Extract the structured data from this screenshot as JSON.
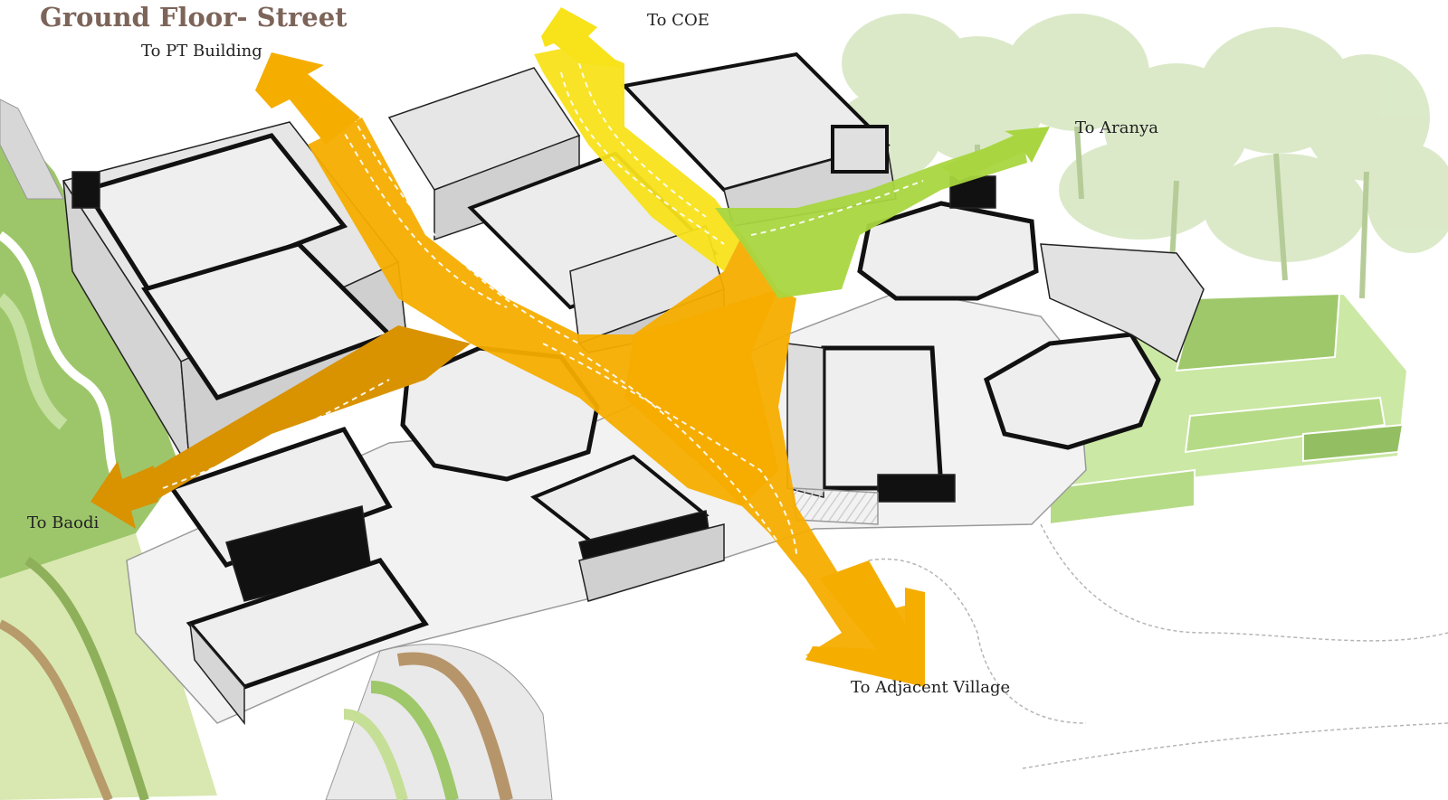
{
  "title": "Ground Floor- Street",
  "labels": {
    "pt_building": "To PT Building",
    "coe": "To COE",
    "aranya": "To Aranya",
    "baodi": "To Baodi",
    "village": "To Adjacent Village"
  },
  "colors": {
    "title": "#7c6459",
    "orange_route": "#f5ad00",
    "dark_orange_route": "#d99200",
    "yellow_route": "#f8e21a",
    "green_route": "#a9d640",
    "landscape_green": "#8fbf5a",
    "field_green": "#c9e9a0",
    "building_fill": "#e9e9e9",
    "wall": "#111111",
    "tree": "#c7dcae"
  },
  "icons": [
    "arrow-icon",
    "tree-icon"
  ]
}
